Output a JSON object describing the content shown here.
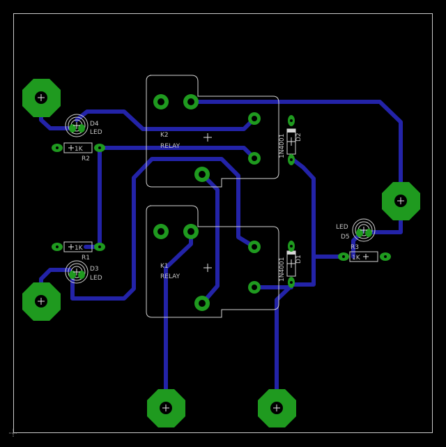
{
  "colors": {
    "background": "#000000",
    "board_outline": "#cccccc",
    "trace": "#2323a8",
    "pad": "#1f9a1f",
    "silkscreen": "#d6d6d6"
  },
  "components": {
    "k2": {
      "ref": "K2",
      "value": "RELAY"
    },
    "k1": {
      "ref": "K1",
      "value": "RELAY"
    },
    "d2": {
      "ref": "D2",
      "value": "1N4001"
    },
    "d1": {
      "ref": "D1",
      "value": "1N4001"
    },
    "d4": {
      "ref": "D4",
      "value": "LED"
    },
    "d3": {
      "ref": "D3",
      "value": "LED"
    },
    "d5": {
      "ref": "D5",
      "value": "LED"
    },
    "r2": {
      "ref": "R2",
      "value": "1K"
    },
    "r1": {
      "ref": "R1",
      "value": "1K"
    },
    "r3": {
      "ref": "R3",
      "value": "1K"
    }
  }
}
